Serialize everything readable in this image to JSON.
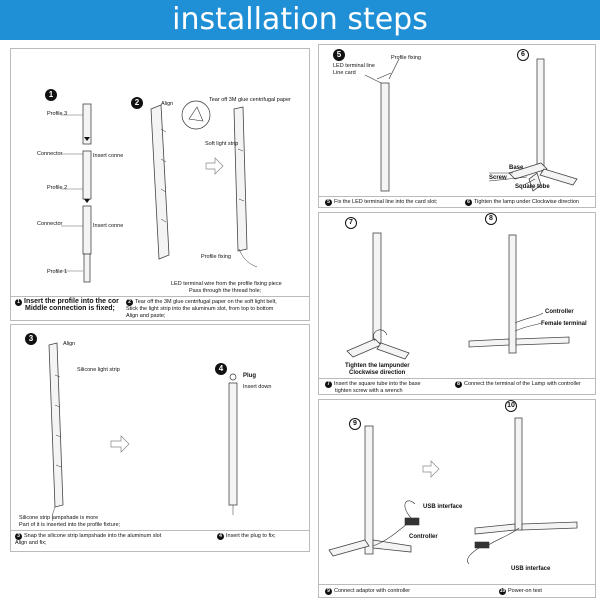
{
  "title": "installation steps",
  "steps": {
    "s1": {
      "num": "1",
      "profile3": "Profile 3",
      "connector_a": "Connector",
      "insert_a": "Insert conne",
      "profile2": "Profile 2",
      "connector_b": "Connector",
      "insert_b": "Insert conne",
      "profile1": "Profile 1",
      "cap_line1": "Insert the profile into the cor",
      "cap_line2": "Middle connection is fixed;"
    },
    "s2": {
      "num": "2",
      "align": "Align",
      "tear": "Tear off 3M glue centrifugal paper",
      "soft_strip": "Soft light strip",
      "profile_fixing": "Profile fixing",
      "led_line1": "LED terminal wire from the profile fixing piece",
      "led_line2": "Pass through the thread hole;",
      "cap_line1": "Tear off the 3M glue centrifugal paper on the soft light belt,",
      "cap_line2": "Stick the light strip into the aluminum slot, from top to bottom",
      "cap_line3": "Align and paste;"
    },
    "s3": {
      "num": "3",
      "align": "Align",
      "silicone": "Silicone light strip",
      "note_line1": "Silicone strip lampshade is more",
      "note_line2": "Part of it is inserted into the profile fixture;",
      "cap_line1": "Snap the silicone strip lampshade into the aluminum slot",
      "cap_line2": "Align and fix;"
    },
    "s4": {
      "num": "4",
      "plug": "Plug",
      "insert_down": "Insert down",
      "cap": "Insert the plug to fix;"
    },
    "s5": {
      "num": "5",
      "led_terminal": "LED terminal line",
      "line_card": "Line card",
      "profile_fixing": "Profile fixing",
      "cap_num": "5",
      "cap": "Fix the LED terminal line into the card slot;"
    },
    "s6": {
      "num": "6",
      "base": "Base",
      "screw": "Screw",
      "square_tube": "Square tube",
      "cap_num": "6",
      "cap": "Tighten the lamp under Clockwise direction"
    },
    "s7": {
      "num": "7",
      "tighten1": "Tighten the lampunder",
      "tighten2": "Clockwise direction",
      "cap_num": "7",
      "cap_line1": "Insert the square tube into the base",
      "cap_line2": "tighten screw with a wrench"
    },
    "s8": {
      "num": "8",
      "controller": "Controller",
      "female": "Female terminal",
      "cap_num": "8",
      "cap": "Connect the terminal of the Lamp with controller"
    },
    "s9": {
      "num": "9",
      "usb": "USB interface",
      "controller": "Controller",
      "cap_num": "9",
      "cap": "Connect adaptor with controller"
    },
    "s10": {
      "num": "10",
      "usb": "USB interface",
      "cap_num": "10",
      "cap": "Power-on test"
    }
  }
}
